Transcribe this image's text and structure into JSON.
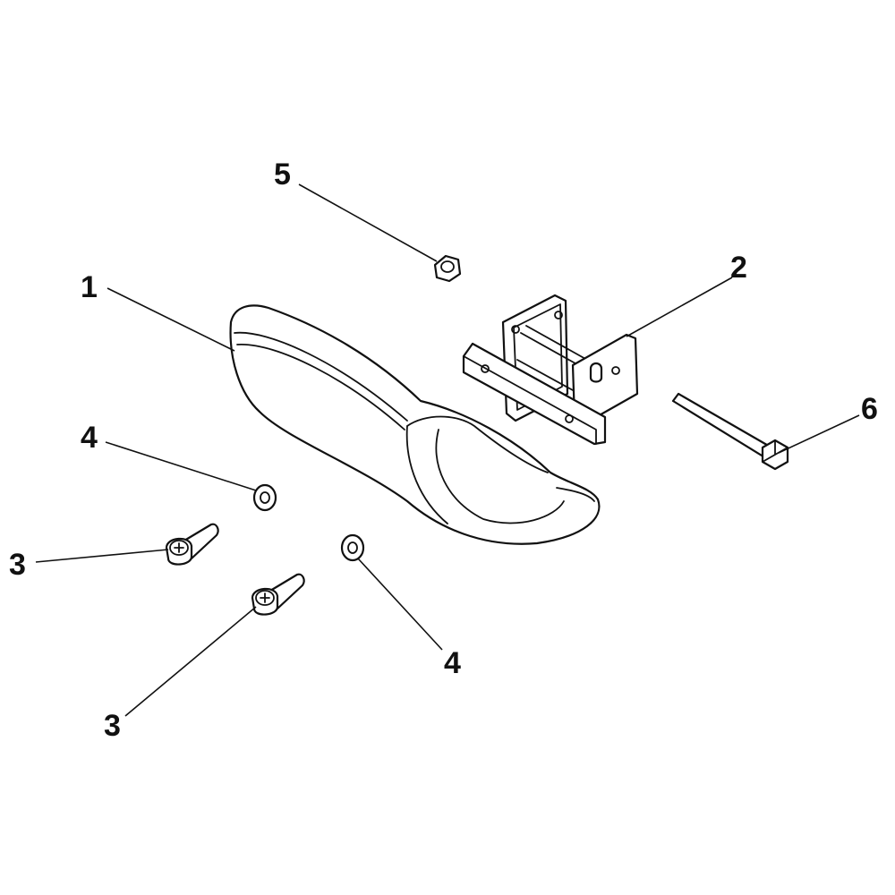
{
  "callouts": {
    "c1": "1",
    "c2": "2",
    "c3a": "3",
    "c3b": "3",
    "c4a": "4",
    "c4b": "4",
    "c5": "5",
    "c6": "6"
  },
  "colors": {
    "line": "#111111",
    "background": "#ffffff"
  }
}
